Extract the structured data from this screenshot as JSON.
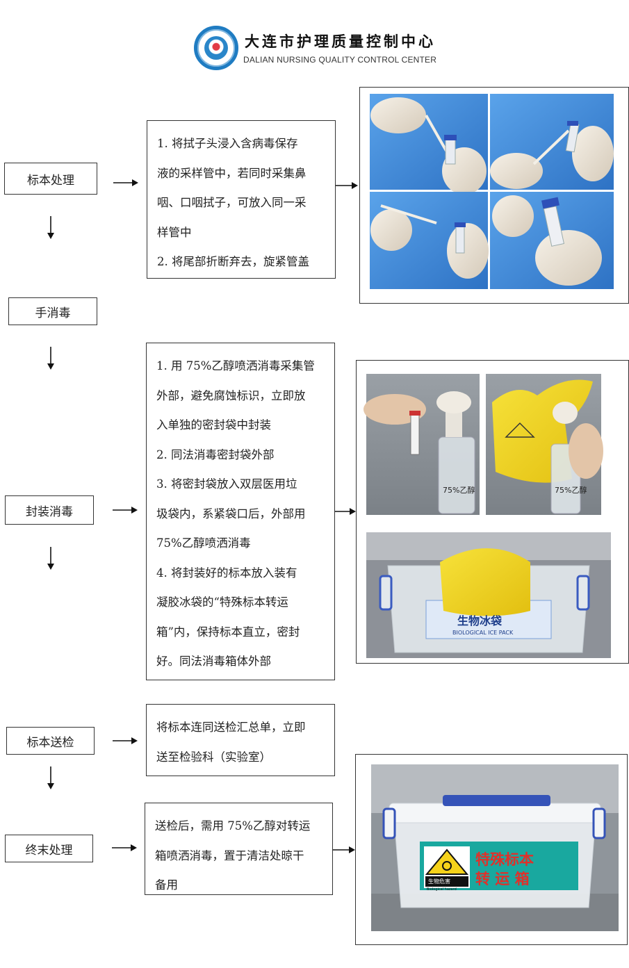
{
  "header": {
    "org_name_cn": "大连市护理质量控制中心",
    "org_name_en": "DALIAN NURSING QUALITY CONTROL CENTER",
    "logo_icon": "nursing-control-center-logo"
  },
  "steps": [
    {
      "label": "标本处理",
      "description": [
        "1. 将拭子头浸入含病毒保存",
        "液的采样管中，若同时采集鼻",
        "咽、口咽拭子，可放入同一采",
        "样管中",
        "2. 将尾部折断弃去，旋紧管盖"
      ]
    },
    {
      "label": "手消毒"
    },
    {
      "label": "封装消毒",
      "description": [
        "1. 用 75%乙醇喷洒消毒采集管",
        "外部，避免腐蚀标识，立即放",
        "入单独的密封袋中封装",
        "2. 同法消毒密封袋外部",
        "3. 将密封袋放入双层医用垃",
        "圾袋内，系紧袋口后，外部用",
        "75%乙醇喷洒消毒",
        "4. 将封装好的标本放入装有",
        "凝胶冰袋的“特殊标本转运",
        "箱”内，保持标本直立，密封",
        "好。同法消毒箱体外部"
      ]
    },
    {
      "label": "标本送检",
      "description": [
        "将标本连同送检汇总单，立即",
        "送至检验科（实验室）"
      ]
    },
    {
      "label": "终末处理",
      "description": [
        "送检后，需用 75%乙醇对转运",
        "箱喷洒消毒，置于清洁处晾干",
        "备用"
      ]
    }
  ],
  "photos": {
    "bottle_label": "75%乙醇",
    "ice_pack_cn": "生物冰袋",
    "ice_pack_en": "BIOLOGICAL ICE PACK",
    "box_sign_line1": "特殊标本",
    "box_sign_line2": "转 运 箱",
    "hazard_cn": "生物危害",
    "hazard_en": "Biological hazard"
  },
  "colors": {
    "gown_blue": "#3f8fe0",
    "hazard_yellow": "#f2d21c",
    "sign_green": "#1aa8a0",
    "sign_red": "#e0302a",
    "cap_blue": "#2d4fb8"
  }
}
